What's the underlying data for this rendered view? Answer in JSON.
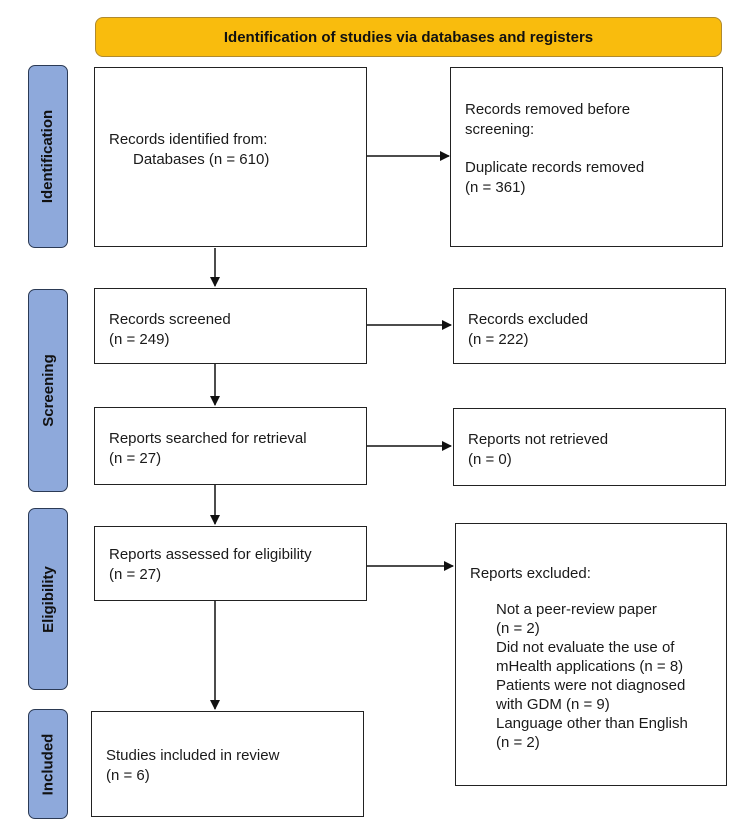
{
  "header": {
    "title": "Identification of studies via databases and registers"
  },
  "stages": {
    "identification": "Identification",
    "screening": "Screening",
    "eligibility": "Eligibility",
    "included": "Included"
  },
  "boxes": {
    "records_identified": {
      "line1": "Records identified from:",
      "line2": "Databases (n = 610)"
    },
    "records_removed": {
      "line1": "Records removed before",
      "line2": "screening:",
      "line3": "Duplicate records removed",
      "line4": "(n = 361)"
    },
    "records_screened": {
      "line1": "Records screened",
      "line2": "(n = 249)"
    },
    "records_excluded": {
      "line1": "Records excluded",
      "line2": "(n = 222)"
    },
    "reports_sought": {
      "line1": "Reports searched for retrieval",
      "line2": "(n = 27)"
    },
    "reports_not_retrieved": {
      "line1": "Reports not retrieved",
      "line2": "(n = 0)"
    },
    "reports_assessed": {
      "line1": "Reports assessed for eligibility",
      "line2": "(n = 27)"
    },
    "reports_excluded": {
      "title": "Reports excluded:",
      "reasons": [
        "Not a peer-review paper",
        "(n = 2)",
        "Did not evaluate the use of",
        "mHealth applications (n = 8)",
        "Patients were not diagnosed",
        "with GDM (n = 9)",
        "Language other than English",
        "(n = 2)"
      ]
    },
    "studies_included": {
      "line1": "Studies included in review",
      "line2": "(n = 6)"
    }
  }
}
